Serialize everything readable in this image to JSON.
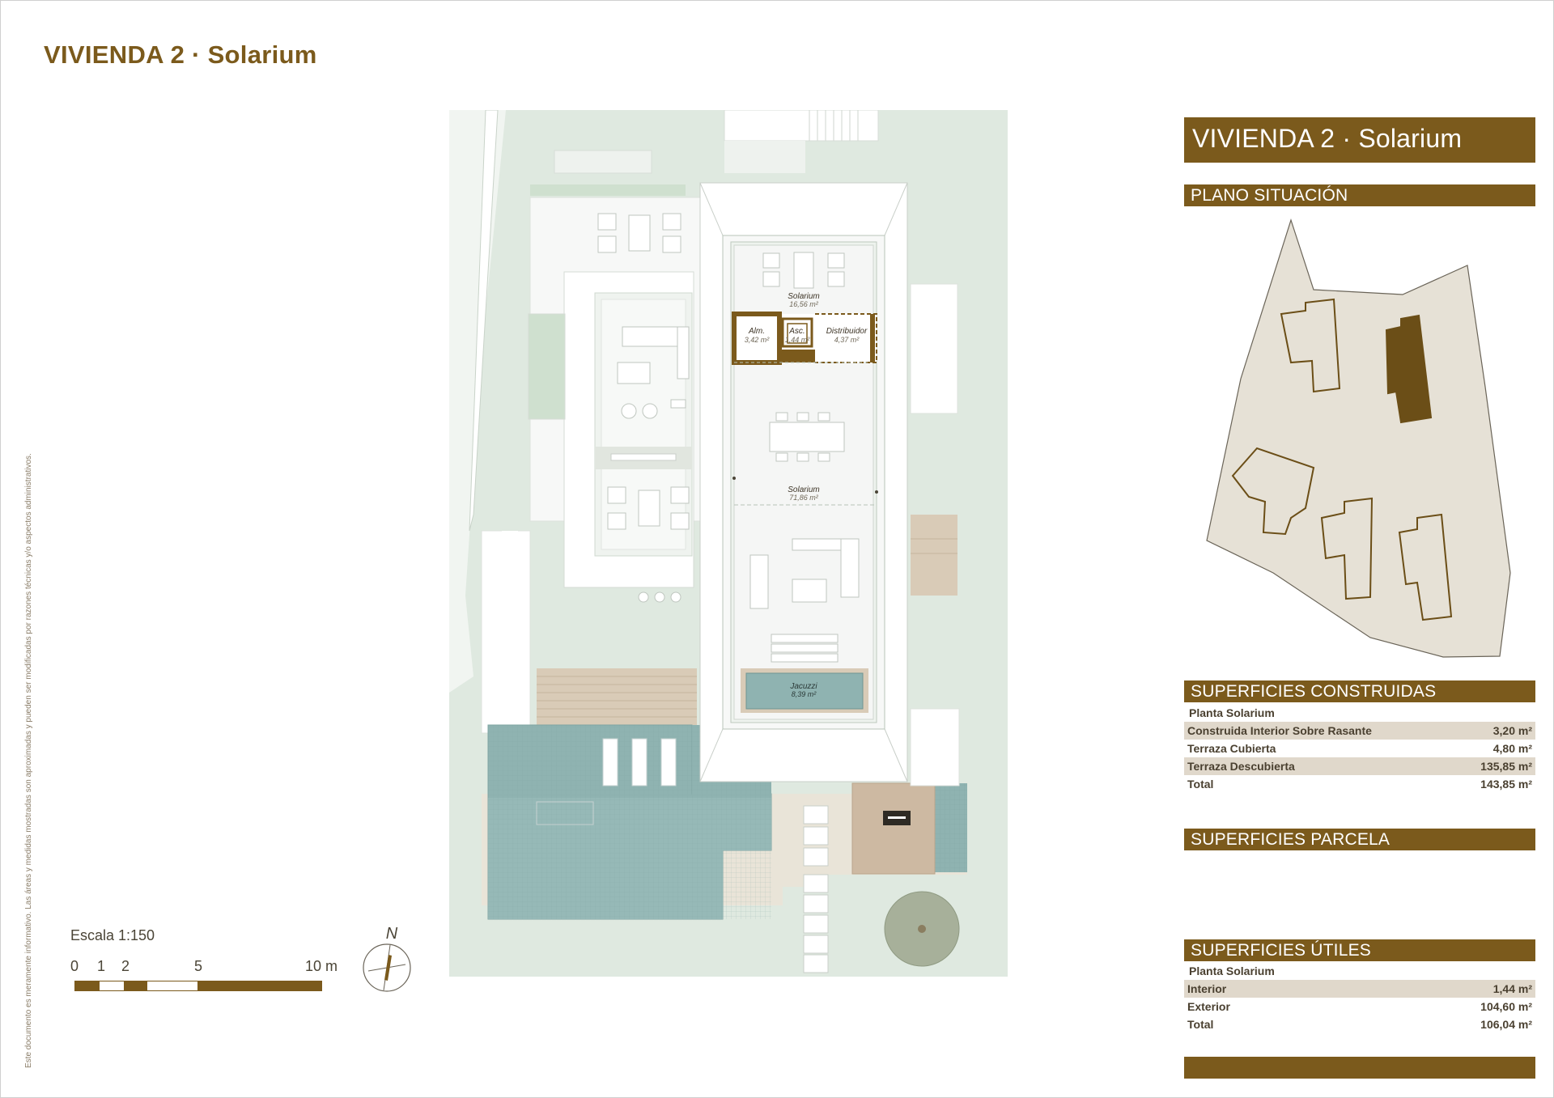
{
  "title": "VIVIENDA 2 · Solarium",
  "disclaimer": "Este documento es meramente informativo. Las áreas y medidas mostradas son aproximadas y pueden ser modificadas por razones técnicas y/o aspectos administrativos.",
  "plan": {
    "rooms": {
      "solarium_top": {
        "name": "Solarium",
        "area": "16,56 m²"
      },
      "alm": {
        "name": "Alm.",
        "area": "3,42 m²"
      },
      "asc": {
        "name": "Asc.",
        "area": "1,44 m²"
      },
      "distribuidor": {
        "name": "Distribuidor",
        "area": "4,37 m²"
      },
      "solarium_main": {
        "name": "Solarium",
        "area": "71,86 m²"
      },
      "jacuzzi": {
        "name": "Jacuzzi",
        "area": "8,39 m²"
      }
    }
  },
  "scale": {
    "label": "Escala 1:150",
    "ticks": [
      "0",
      "1",
      "2",
      "5",
      "10 m"
    ],
    "north": "N"
  },
  "panel": {
    "header": "VIVIENDA 2 · Solarium",
    "situacion_header": "PLANO SITUACIÓN",
    "construidas": {
      "header": "SUPERFICIES CONSTRUIDAS",
      "subheader": "Planta Solarium",
      "rows": [
        {
          "label": "Construida Interior Sobre Rasante",
          "value": "3,20 m²"
        },
        {
          "label": "Terraza Cubierta",
          "value": "4,80 m²"
        },
        {
          "label": "Terraza Descubierta",
          "value": "135,85 m²"
        },
        {
          "label": "Total",
          "value": "143,85 m²"
        }
      ]
    },
    "parcela": {
      "header": "SUPERFICIES PARCELA"
    },
    "utiles": {
      "header": "SUPERFICIES ÚTILES",
      "subheader": "Planta Solarium",
      "rows": [
        {
          "label": "Interior",
          "value": "1,44 m²"
        },
        {
          "label": "Exterior",
          "value": "104,60 m²"
        },
        {
          "label": "Total",
          "value": "106,04 m²"
        }
      ]
    }
  },
  "colors": {
    "brand": "#7b5a1c",
    "row_shade": "#e0d8cb",
    "lawn": "#dfe9e0",
    "pool": "#8fb3b1",
    "lot": "#e6e1d6"
  }
}
